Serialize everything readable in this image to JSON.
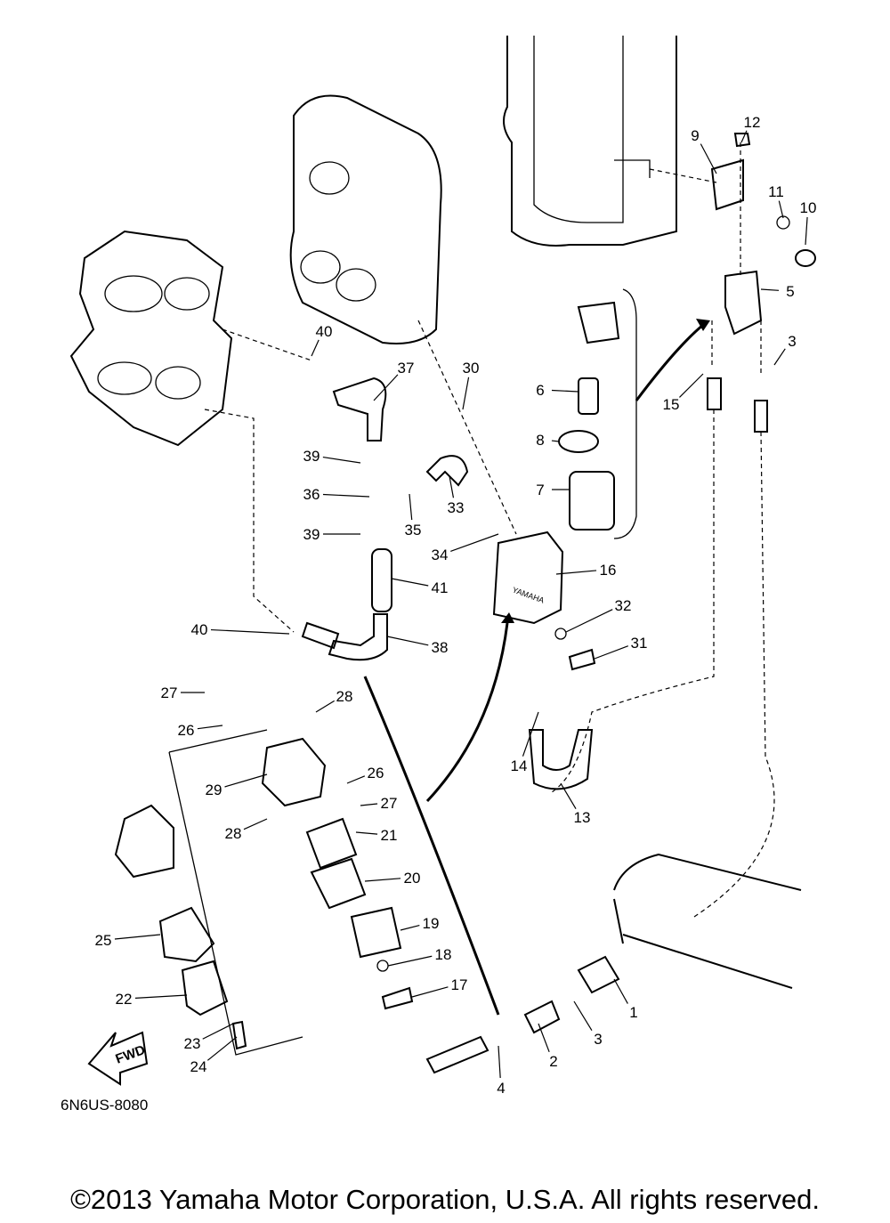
{
  "diagram": {
    "callouts": [
      "12",
      "9",
      "11",
      "10",
      "5",
      "3",
      "15",
      "40",
      "37",
      "30",
      "6",
      "8",
      "39",
      "36",
      "33",
      "7",
      "35",
      "39",
      "34",
      "16",
      "41",
      "32",
      "40",
      "38",
      "31",
      "27",
      "28",
      "26",
      "26",
      "14",
      "29",
      "27",
      "13",
      "28",
      "21",
      "20",
      "19",
      "25",
      "18",
      "22",
      "17",
      "1",
      "3",
      "23",
      "2",
      "24",
      "4"
    ],
    "fwd_label": "FWD",
    "pump_brand": "YAMAHA",
    "diagram_code": "6N6US-8080"
  },
  "footer": {
    "copyright": "©2013 Yamaha Motor Corporation, U.S.A. All rights reserved."
  }
}
